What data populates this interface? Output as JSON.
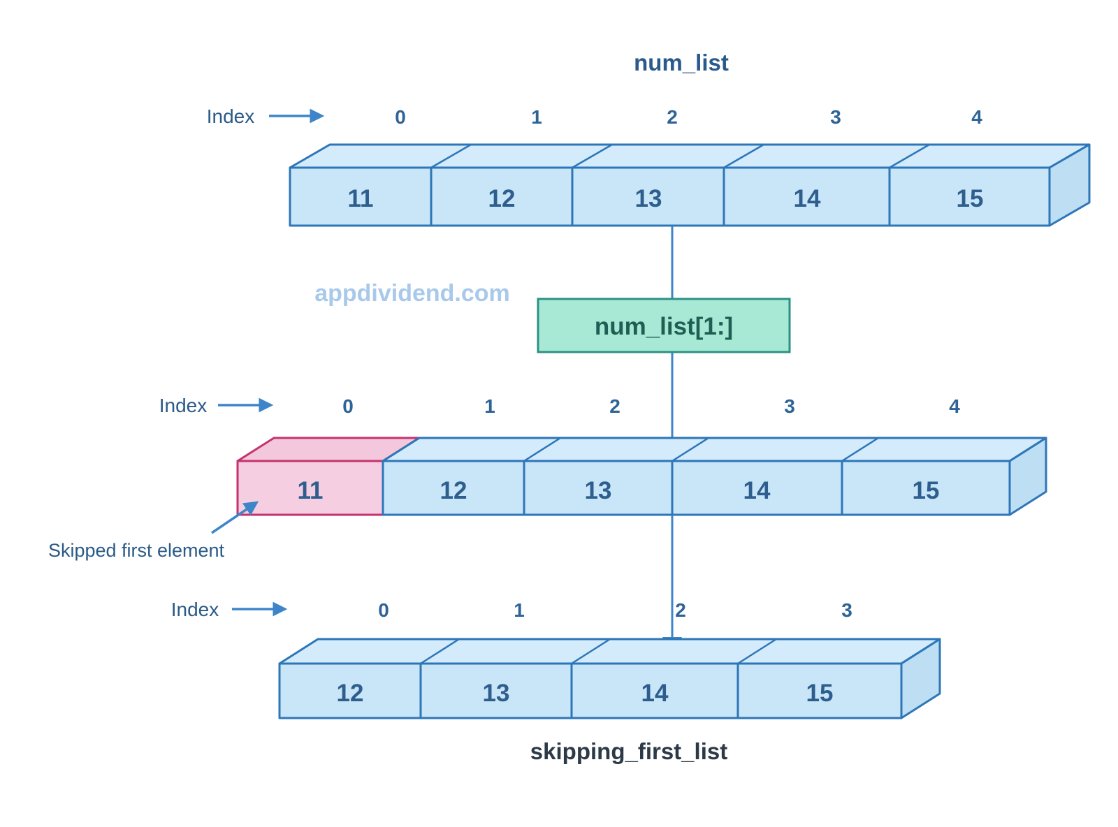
{
  "diagram": {
    "watermark": "appdividend.com",
    "slice_box": {
      "label": "num_list[1:]"
    },
    "annotation": {
      "label": "Skipped first element"
    },
    "rows": [
      {
        "title": "num_list",
        "index_label": "Index",
        "indices": [
          "0",
          "1",
          "2",
          "3",
          "4"
        ],
        "values": [
          "11",
          "12",
          "13",
          "14",
          "15"
        ]
      },
      {
        "index_label": "Index",
        "indices": [
          "0",
          "1",
          "2",
          "3",
          "4"
        ],
        "values": [
          "11",
          "12",
          "13",
          "14",
          "15"
        ],
        "skipped_index": 0
      },
      {
        "title": "skipping_first_list",
        "index_label": "Index",
        "indices": [
          "0",
          "1",
          "2",
          "3"
        ],
        "values": [
          "12",
          "13",
          "14",
          "15"
        ]
      }
    ],
    "colors": {
      "cell_fill": "#c9e5f8",
      "cell_stroke": "#2d76b8",
      "skipped_fill": "#f5cee1",
      "skipped_stroke": "#c5336e",
      "slice_fill": "#a8e9d5",
      "slice_stroke": "#2b9185",
      "arrow": "#3d85c8",
      "label_text": "#2a5a87",
      "value_text": "#2d5e8d"
    }
  }
}
